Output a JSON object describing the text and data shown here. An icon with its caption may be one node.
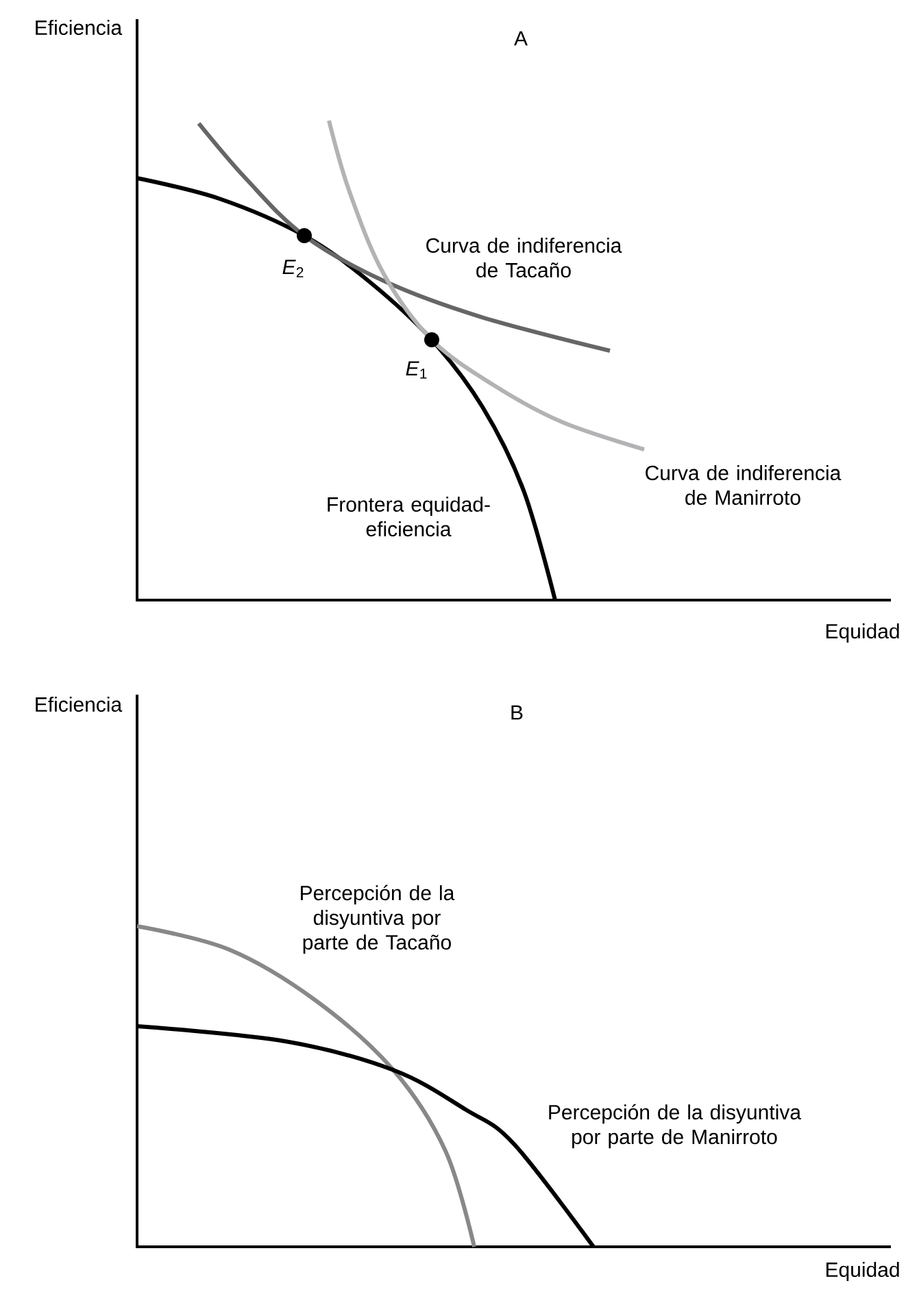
{
  "diagram": {
    "labels": [
      "Eficiencia",
      "A",
      "Curva de indiferencia de Tacaño",
      "*E*$_{2}$",
      "*E*$_{1}$",
      "Curva de indiferencia de Manirroto",
      "Frontera equidad-eficiencia",
      "Equidad",
      "Eficiencia",
      "B",
      "Percepción de la disyuntiva por parte de Tacaño",
      "Percepción de la disyuntiva por parte de Manirroto",
      "Equidad"
    ]
  }
}
